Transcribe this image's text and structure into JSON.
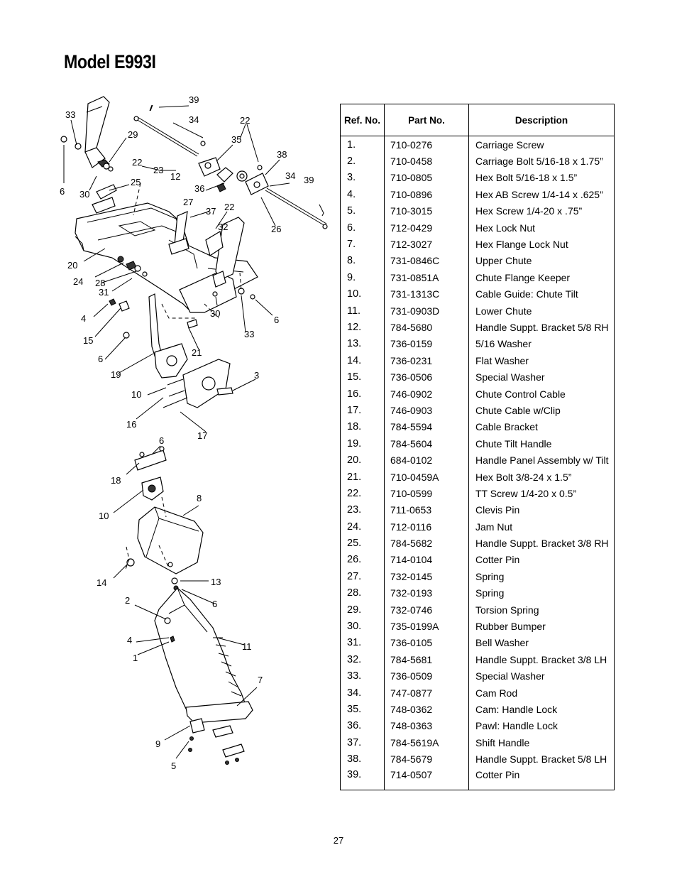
{
  "title": "Model E993I",
  "table": {
    "headers": {
      "ref": "Ref. No.",
      "part": "Part No.",
      "desc": "Description"
    },
    "rows": [
      {
        "ref": "1.",
        "part": "710-0276",
        "desc": "Carriage Screw"
      },
      {
        "ref": "2.",
        "part": "710-0458",
        "desc": "Carriage Bolt 5/16-18 x 1.75”"
      },
      {
        "ref": "3.",
        "part": "710-0805",
        "desc": "Hex Bolt 5/16-18 x 1.5”"
      },
      {
        "ref": "4.",
        "part": "710-0896",
        "desc": "Hex AB Screw 1/4-14 x .625”"
      },
      {
        "ref": "5.",
        "part": "710-3015",
        "desc": "Hex Screw 1/4-20 x .75”"
      },
      {
        "ref": "6.",
        "part": "712-0429",
        "desc": "Hex Lock Nut"
      },
      {
        "ref": "7.",
        "part": "712-3027",
        "desc": "Hex Flange Lock Nut"
      },
      {
        "ref": "8.",
        "part": "731-0846C",
        "desc": "Upper Chute"
      },
      {
        "ref": "9.",
        "part": "731-0851A",
        "desc": "Chute Flange Keeper"
      },
      {
        "ref": "10.",
        "part": "731-1313C",
        "desc": "Cable Guide: Chute Tilt"
      },
      {
        "ref": "11.",
        "part": "731-0903D",
        "desc": "Lower Chute"
      },
      {
        "ref": "12.",
        "part": "784-5680",
        "desc": "Handle Suppt. Bracket 5/8 RH"
      },
      {
        "ref": "13.",
        "part": "736-0159",
        "desc": "5/16 Washer"
      },
      {
        "ref": "14.",
        "part": "736-0231",
        "desc": "Flat Washer"
      },
      {
        "ref": "15.",
        "part": "736-0506",
        "desc": "Special Washer"
      },
      {
        "ref": "16.",
        "part": "746-0902",
        "desc": "Chute Control Cable"
      },
      {
        "ref": "17.",
        "part": "746-0903",
        "desc": "Chute Cable w/Clip"
      },
      {
        "ref": "18.",
        "part": "784-5594",
        "desc": "Cable Bracket"
      },
      {
        "ref": "19.",
        "part": "784-5604",
        "desc": "Chute Tilt Handle"
      },
      {
        "ref": "20.",
        "part": "684-0102",
        "desc": "Handle Panel Assembly w/ Tilt"
      },
      {
        "ref": "21.",
        "part": "710-0459A",
        "desc": "Hex Bolt 3/8-24 x 1.5”"
      },
      {
        "ref": "22.",
        "part": "710-0599",
        "desc": "TT Screw 1/4-20 x 0.5”"
      },
      {
        "ref": "23.",
        "part": "711-0653",
        "desc": "Clevis Pin"
      },
      {
        "ref": "24.",
        "part": "712-0116",
        "desc": "Jam Nut"
      },
      {
        "ref": "25.",
        "part": "784-5682",
        "desc": "Handle Suppt. Bracket 3/8 RH"
      },
      {
        "ref": "26.",
        "part": "714-0104",
        "desc": "Cotter Pin"
      },
      {
        "ref": "27.",
        "part": "732-0145",
        "desc": "Spring"
      },
      {
        "ref": "28.",
        "part": "732-0193",
        "desc": "Spring"
      },
      {
        "ref": "29.",
        "part": "732-0746",
        "desc": "Torsion Spring"
      },
      {
        "ref": "30.",
        "part": "735-0199A",
        "desc": "Rubber Bumper"
      },
      {
        "ref": "31.",
        "part": "736-0105",
        "desc": "Bell Washer"
      },
      {
        "ref": "32.",
        "part": "784-5681",
        "desc": "Handle Suppt. Bracket 3/8 LH"
      },
      {
        "ref": "33.",
        "part": "736-0509",
        "desc": "Special Washer"
      },
      {
        "ref": "34.",
        "part": "747-0877",
        "desc": "Cam Rod"
      },
      {
        "ref": "35.",
        "part": "748-0362",
        "desc": "Cam: Handle Lock"
      },
      {
        "ref": "36.",
        "part": "748-0363",
        "desc": "Pawl: Handle Lock"
      },
      {
        "ref": "37.",
        "part": "784-5619A",
        "desc": "Shift Handle"
      },
      {
        "ref": "38.",
        "part": "784-5679",
        "desc": "Handle Suppt. Bracket 5/8 LH"
      },
      {
        "ref": "39.",
        "part": "714-0507",
        "desc": "Cotter Pin"
      }
    ]
  },
  "diagram_callouts": {
    "c39a": "39",
    "c34a": "34",
    "c22a": "22",
    "c33a": "33",
    "c29": "29",
    "c35": "35",
    "c38": "38",
    "c22b": "22",
    "c23": "23",
    "c12": "12",
    "c34b": "34",
    "c39b": "39",
    "c36": "36",
    "c6a": "6",
    "c30a": "30",
    "c25": "25",
    "c27": "27",
    "c37": "37",
    "c22c": "22",
    "c26": "26",
    "c32": "32",
    "c20": "20",
    "c24": "24",
    "c28": "28",
    "c31": "31",
    "c4a": "4",
    "c30b": "30",
    "c6b": "6",
    "c33b": "33",
    "c15": "15",
    "c6c": "6",
    "c21": "21",
    "c19": "19",
    "c3": "3",
    "c10a": "10",
    "c16": "16",
    "c17": "17",
    "c6d": "6",
    "c18": "18",
    "c8": "8",
    "c10b": "10",
    "c14": "14",
    "c13": "13",
    "c2": "2",
    "c6e": "6",
    "c4b": "4",
    "c11": "11",
    "c1": "1",
    "c7": "7",
    "c9": "9",
    "c5": "5"
  },
  "page_number": "27"
}
